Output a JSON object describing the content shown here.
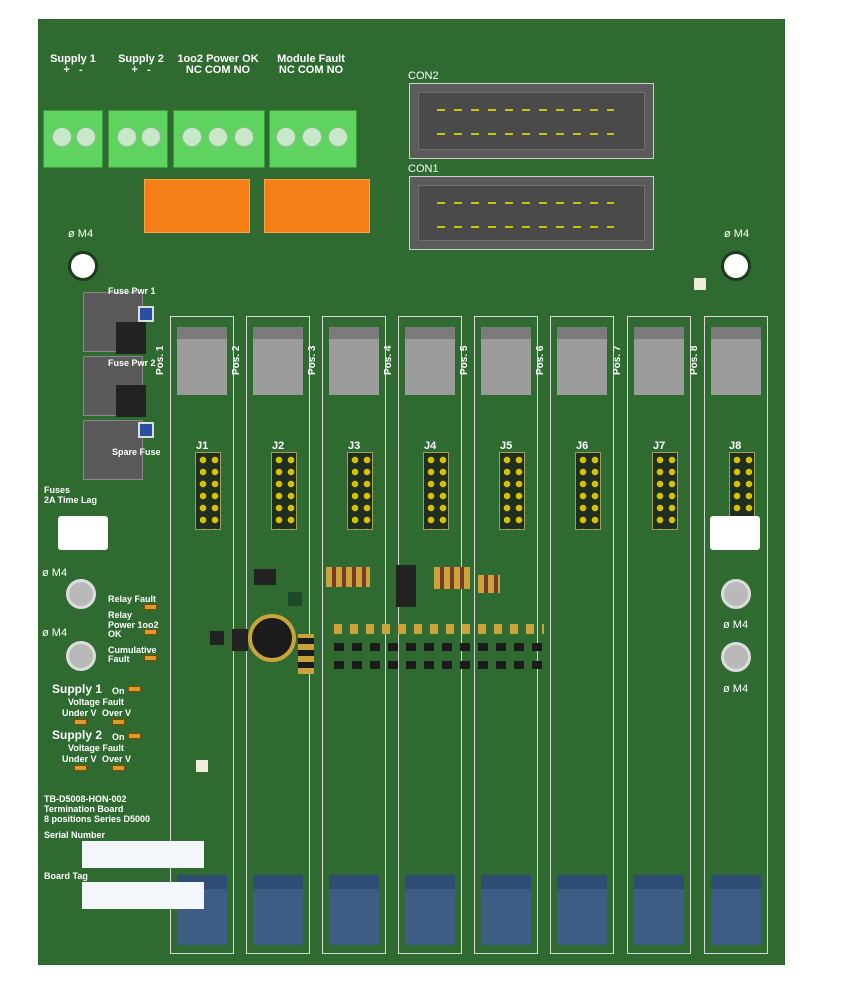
{
  "top_headers": [
    {
      "title": "Supply 1",
      "sub": "+   -"
    },
    {
      "title": "Supply 2",
      "sub": "+   -"
    },
    {
      "title": "1oo2 Power OK",
      "sub": "NC COM NO"
    },
    {
      "title": "Module Fault",
      "sub": "NC COM NO"
    }
  ],
  "connectors": [
    "CON2",
    "CON1"
  ],
  "mount_holes": [
    "ø M4",
    "ø M4",
    "ø M4",
    "ø M4",
    "ø M4",
    "ø M4"
  ],
  "fuses": {
    "pwr1": "Fuse Pwr 1",
    "pwr2": "Fuse Pwr 2",
    "spare": "Spare Fuse",
    "note_line1": "Fuses",
    "note_line2": "2A Time Lag"
  },
  "positions": [
    "Pos. 1",
    "Pos. 2",
    "Pos. 3",
    "Pos. 4",
    "Pos. 5",
    "Pos. 6",
    "Pos. 7",
    "Pos. 8"
  ],
  "jumpers": [
    "J1",
    "J2",
    "J3",
    "J4",
    "J5",
    "J6",
    "J7",
    "J8"
  ],
  "status_leds": {
    "relay_fault": "Relay Fault",
    "relay_power_l1": "Relay",
    "relay_power_l2": "Power 1oo2",
    "relay_power_l3": "OK",
    "cumulative_l1": "Cumulative",
    "cumulative_l2": "Fault"
  },
  "supply_leds": [
    {
      "name": "Supply 1",
      "on": "On",
      "voltage_fault": "Voltage Fault",
      "under": "Under V",
      "over": "Over V"
    },
    {
      "name": "Supply 2",
      "on": "On",
      "voltage_fault": "Voltage Fault",
      "under": "Under V",
      "over": "Over V"
    }
  ],
  "board_info": {
    "line1": "TB-D5008-HON-002",
    "line2": "Termination Board",
    "line3": "8 positions Series D5000",
    "serial_label": "Serial Number",
    "tag_label": "Board Tag"
  },
  "colors": {
    "pcb": "#2f6b31",
    "terminal": "#5fd35f",
    "relay": "#f57f17",
    "module_top": "#9c9c9c",
    "module_bottom": "#3e5d86"
  }
}
